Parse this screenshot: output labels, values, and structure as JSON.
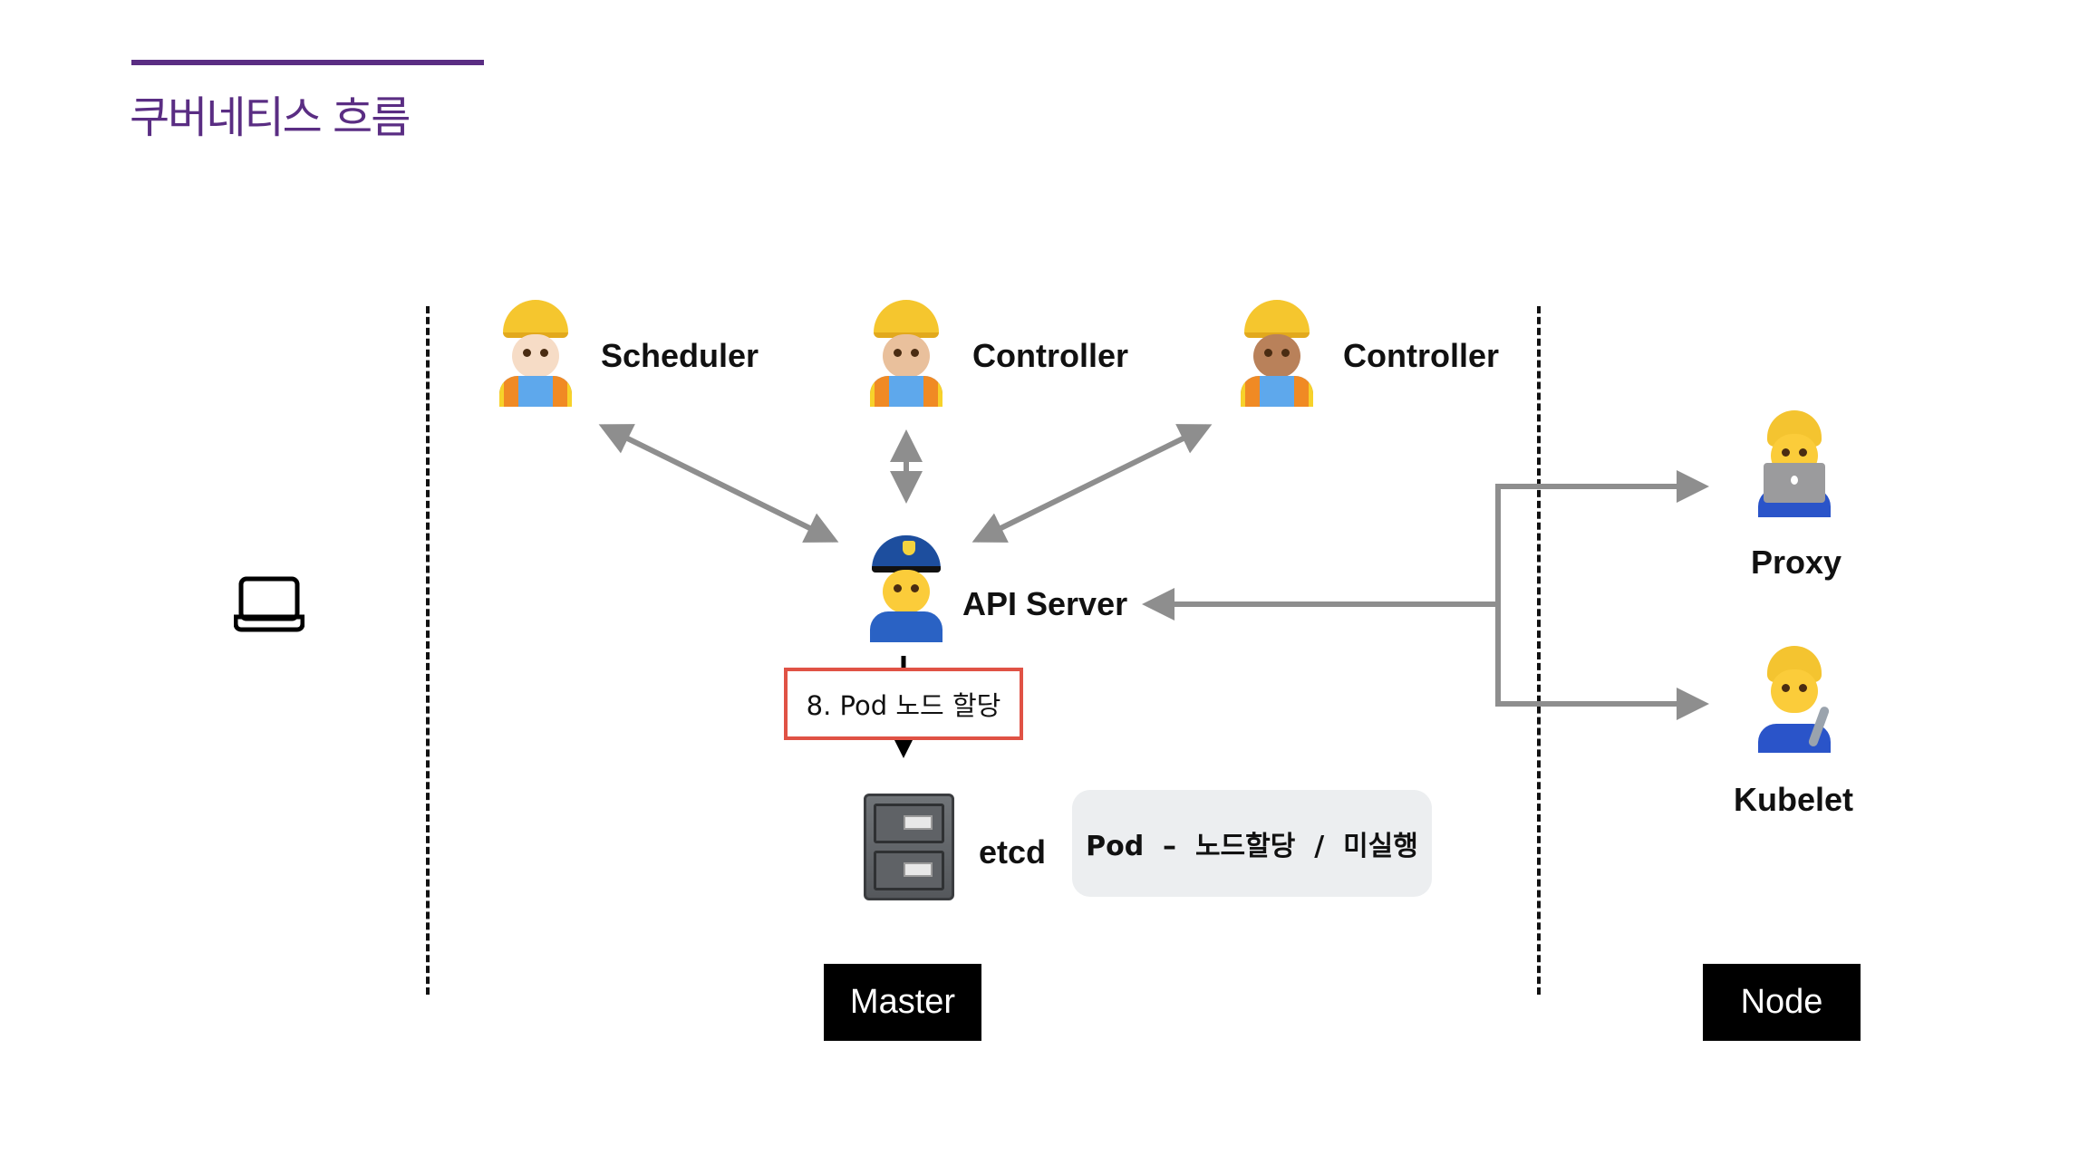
{
  "slide": {
    "title": "쿠버네티스 흐름",
    "accent_color": "#5a2d83"
  },
  "client": {
    "icon": "laptop-icon"
  },
  "master": {
    "tag": "Master",
    "components": [
      {
        "name": "Scheduler",
        "icon": "construction-worker-icon"
      },
      {
        "name": "Controller",
        "icon": "construction-worker-icon"
      },
      {
        "name": "Controller",
        "icon": "construction-worker-icon"
      }
    ],
    "api_server": {
      "name": "API Server",
      "icon": "police-officer-icon"
    },
    "etcd": {
      "name": "etcd",
      "icon": "file-cabinet-icon"
    },
    "step": {
      "label": "8. Pod 노드 할당",
      "border_color": "#e05245"
    },
    "state": {
      "label": "Pod  –  노드할당  /  미실행"
    }
  },
  "node": {
    "tag": "Node",
    "components": [
      {
        "name": "Proxy",
        "icon": "technologist-icon"
      },
      {
        "name": "Kubelet",
        "icon": "mechanic-icon"
      }
    ]
  },
  "connector_color": "#8e8e8e"
}
